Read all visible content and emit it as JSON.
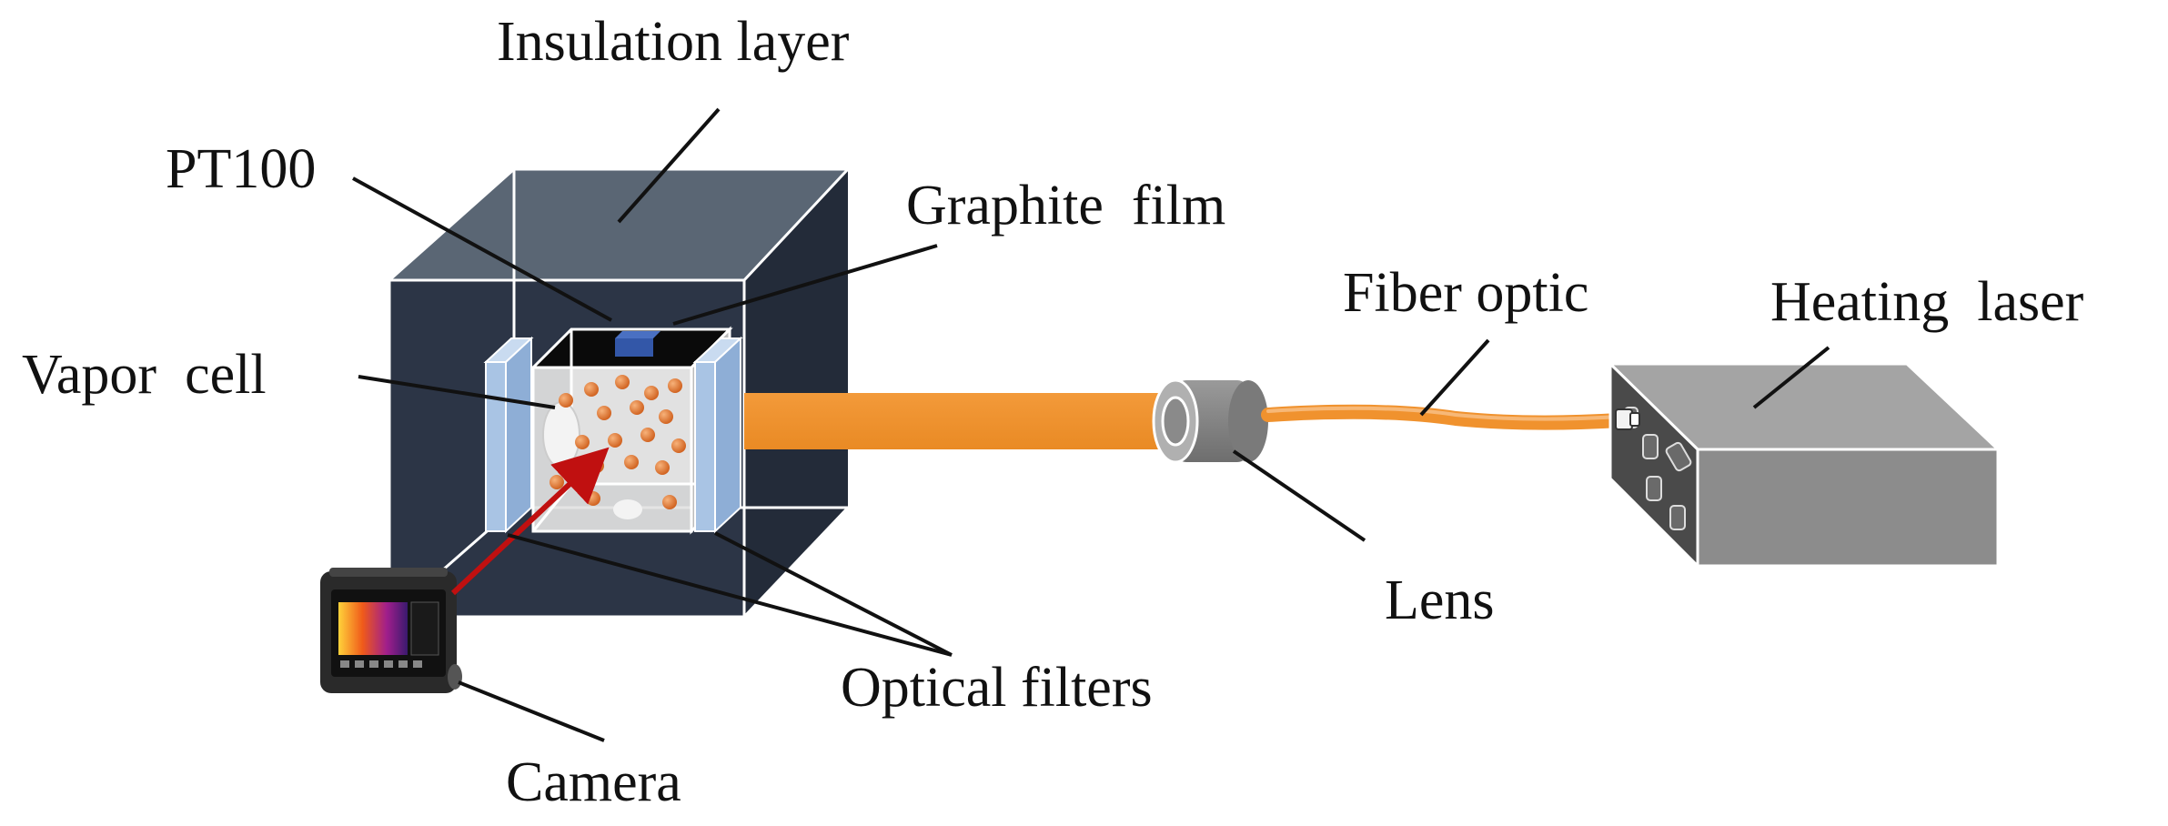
{
  "labels": {
    "insulation_layer": "Insulation layer",
    "pt100": "PT100",
    "graphite_film": "Graphite  film",
    "vapor_cell": "Vapor  cell",
    "fiber_optic": "Fiber optic",
    "heating_laser": "Heating  laser",
    "lens": "Lens",
    "optical_filters": "Optical filters",
    "camera": "Camera"
  },
  "colors": {
    "insulation_front": "#2c3546",
    "insulation_top": "#5a6674",
    "insulation_side": "#232b39",
    "filter": "#a9c4e4",
    "beam": "#f0922e",
    "laser_box": "#8c8c8c",
    "particle": "#e27a2e",
    "arrow": "#c01010"
  }
}
